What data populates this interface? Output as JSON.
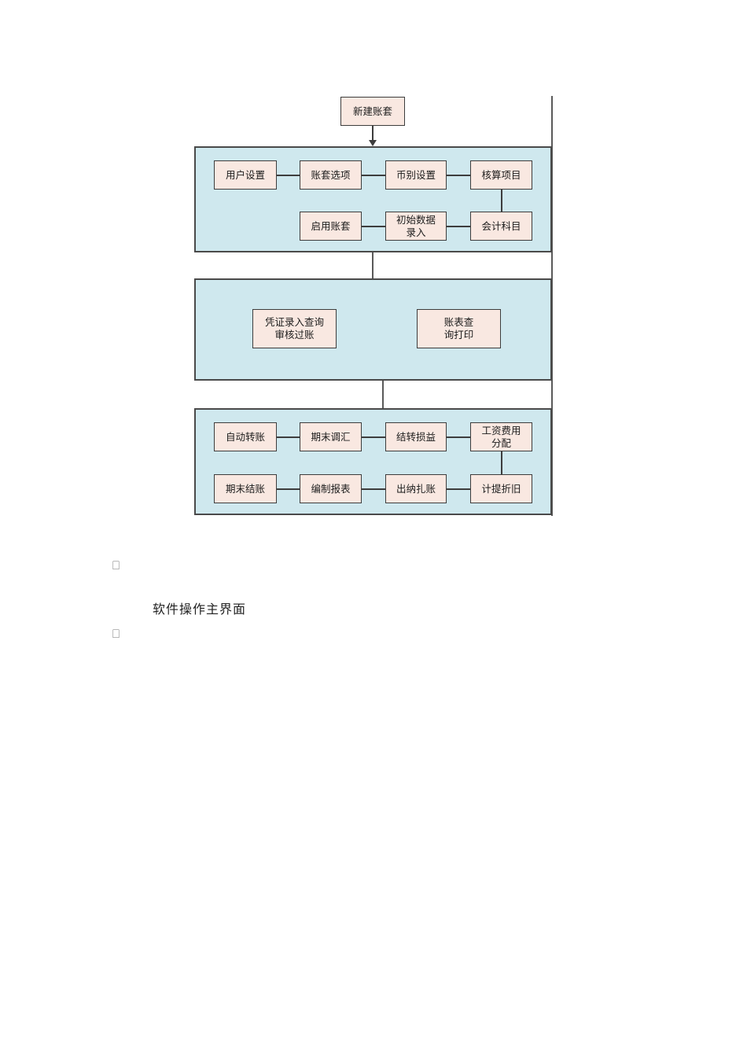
{
  "document": {
    "caption": "软件操作主界面",
    "placeholder_glyph_top": "⎕",
    "placeholder_glyph_bottom": "⎕"
  },
  "colors": {
    "panel_fill": "#cfe8ee",
    "panel_border": "#4a4a4a",
    "node_fill": "#f9e8e1",
    "node_border": "#3d3d3d",
    "line": "#3d3d3d",
    "page_background": "#ffffff"
  },
  "flowchart": {
    "title_node": {
      "label": "新建账套"
    },
    "panels": [
      {
        "id": "setup-panel",
        "rows": [
          [
            {
              "label": "用户设置"
            },
            {
              "label": "账套选项"
            },
            {
              "label": "币别设置"
            },
            {
              "label": "核算项目"
            }
          ],
          [
            {
              "label": "启用账套"
            },
            {
              "label": "初始数据\n录入"
            },
            {
              "label": "会计科目"
            }
          ]
        ]
      },
      {
        "id": "daily-panel",
        "rows": [
          [
            {
              "label": "凭证录入查询\n审核过账"
            },
            {
              "label": "账表查\n询打印"
            }
          ]
        ]
      },
      {
        "id": "period-end-panel",
        "rows": [
          [
            {
              "label": "自动转账"
            },
            {
              "label": "期末调汇"
            },
            {
              "label": "结转损益"
            },
            {
              "label": "工资费用\n分配"
            }
          ],
          [
            {
              "label": "期末结账"
            },
            {
              "label": "编制报表"
            },
            {
              "label": "出纳扎账"
            },
            {
              "label": "计提折旧"
            }
          ]
        ]
      }
    ]
  }
}
